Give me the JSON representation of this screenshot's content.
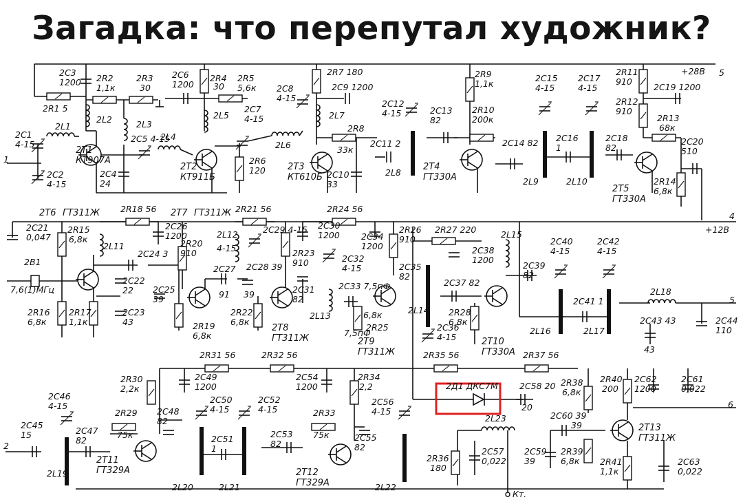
{
  "title": "Загадка: что перепутал художник?",
  "highlight": {
    "label_visible": "2Д1 ДКС7М",
    "color": "#e02020"
  },
  "supply": {
    "plus28": "+28В",
    "plus12": "+12В"
  },
  "ports": {
    "p1": "1",
    "p2": "2",
    "p4": "4",
    "p5a": "5",
    "p5b": "5",
    "p6": "6",
    "kt": "Кт."
  },
  "resistors": [
    {
      "ref": "2R1",
      "val": "5"
    },
    {
      "ref": "2R2",
      "val": "1,1к"
    },
    {
      "ref": "2R3",
      "val": "30"
    },
    {
      "ref": "2R4",
      "val": "30"
    },
    {
      "ref": "2R5",
      "val": "5,6к"
    },
    {
      "ref": "2R6",
      "val": "120"
    },
    {
      "ref": "2R7",
      "val": "180"
    },
    {
      "ref": "2R8",
      "val": "33к"
    },
    {
      "ref": "2R9",
      "val": "1,1к"
    },
    {
      "ref": "2R10",
      "val": "200к"
    },
    {
      "ref": "2R11",
      "val": "910"
    },
    {
      "ref": "2R12",
      "val": "910"
    },
    {
      "ref": "2R13",
      "val": "68к"
    },
    {
      "ref": "2R14",
      "val": "6,8к"
    },
    {
      "ref": "2R15",
      "val": "6,8к"
    },
    {
      "ref": "2R16",
      "val": "6,8к"
    },
    {
      "ref": "2R17",
      "val": "1,1к"
    },
    {
      "ref": "2R18",
      "val": "56"
    },
    {
      "ref": "2R19",
      "val": "6,8к"
    },
    {
      "ref": "2R20",
      "val": "910"
    },
    {
      "ref": "2R21",
      "val": "56"
    },
    {
      "ref": "2R22",
      "val": "6,8к"
    },
    {
      "ref": "2R23",
      "val": "910"
    },
    {
      "ref": "2R24",
      "val": "56"
    },
    {
      "ref": "2R25",
      "val": "6,8к"
    },
    {
      "ref": "2R26",
      "val": "910"
    },
    {
      "ref": "2R27",
      "val": "220"
    },
    {
      "ref": "2R28",
      "val": "6,8к"
    },
    {
      "ref": "2R29",
      "val": "75к"
    },
    {
      "ref": "2R30",
      "val": "2,2к"
    },
    {
      "ref": "2R31",
      "val": "56"
    },
    {
      "ref": "2R32",
      "val": "56"
    },
    {
      "ref": "2R33",
      "val": "75к"
    },
    {
      "ref": "2R34",
      "val": "2,2"
    },
    {
      "ref": "2R35",
      "val": "56"
    },
    {
      "ref": "2R36",
      "val": "180"
    },
    {
      "ref": "2R37",
      "val": "56"
    },
    {
      "ref": "2R38",
      "val": "6,8к"
    },
    {
      "ref": "2R39",
      "val": "6,8к"
    },
    {
      "ref": "2R40",
      "val": "200"
    },
    {
      "ref": "2R41",
      "val": "1,1к"
    }
  ],
  "capacitors": [
    {
      "ref": "2C1",
      "val": "4-15"
    },
    {
      "ref": "2C2",
      "val": "4-15"
    },
    {
      "ref": "2C3",
      "val": "1200"
    },
    {
      "ref": "2C4",
      "val": "24"
    },
    {
      "ref": "2C5",
      "val": "4-15"
    },
    {
      "ref": "2C6",
      "val": "1200"
    },
    {
      "ref": "2C7",
      "val": "4-15"
    },
    {
      "ref": "2C8",
      "val": "4-15"
    },
    {
      "ref": "2C9",
      "val": "1200"
    },
    {
      "ref": "2C10",
      "val": "33"
    },
    {
      "ref": "2C11",
      "val": "2"
    },
    {
      "ref": "2C12",
      "val": "4-15"
    },
    {
      "ref": "2C13",
      "val": "82"
    },
    {
      "ref": "2C14",
      "val": "82"
    },
    {
      "ref": "2C15",
      "val": "4-15"
    },
    {
      "ref": "2C16",
      "val": "1"
    },
    {
      "ref": "2C17",
      "val": "4-15"
    },
    {
      "ref": "2C18",
      "val": "82"
    },
    {
      "ref": "2C19",
      "val": "1200"
    },
    {
      "ref": "2C20",
      "val": "510"
    },
    {
      "ref": "2C21",
      "val": "0,047"
    },
    {
      "ref": "2C22",
      "val": "22"
    },
    {
      "ref": "2C23",
      "val": "43"
    },
    {
      "ref": "2C24",
      "val": "3"
    },
    {
      "ref": "2C25",
      "val": "39"
    },
    {
      "ref": "2C26",
      "val": "1200"
    },
    {
      "ref": "2C27",
      "val": "91"
    },
    {
      "ref": "2C28",
      "val": "39"
    },
    {
      "ref": "2C29",
      "val": "4-15"
    },
    {
      "ref": "2C30",
      "val": "1200"
    },
    {
      "ref": "2C31",
      "val": "82"
    },
    {
      "ref": "2C32",
      "val": "4-15"
    },
    {
      "ref": "2C33",
      "val": "7,5пФ"
    },
    {
      "ref": "2C34",
      "val": "1200"
    },
    {
      "ref": "2C35",
      "val": "82"
    },
    {
      "ref": "2C36",
      "val": "4-15"
    },
    {
      "ref": "2C37",
      "val": "82"
    },
    {
      "ref": "2C38",
      "val": "1200"
    },
    {
      "ref": "2C39",
      "val": "82"
    },
    {
      "ref": "2C40",
      "val": "4-15"
    },
    {
      "ref": "2C41",
      "val": "1"
    },
    {
      "ref": "2C42",
      "val": "4-15"
    },
    {
      "ref": "2C43",
      "val": "43"
    },
    {
      "ref": "2C44",
      "val": "110"
    },
    {
      "ref": "2C45",
      "val": "15"
    },
    {
      "ref": "2C46",
      "val": "4-15"
    },
    {
      "ref": "2C47",
      "val": "82"
    },
    {
      "ref": "2C48",
      "val": "82"
    },
    {
      "ref": "2C49",
      "val": "1200"
    },
    {
      "ref": "2C50",
      "val": "4-15"
    },
    {
      "ref": "2C51",
      "val": "1"
    },
    {
      "ref": "2C52",
      "val": "4-15"
    },
    {
      "ref": "2C53",
      "val": "82"
    },
    {
      "ref": "2C54",
      "val": "1200"
    },
    {
      "ref": "2C55",
      "val": "82"
    },
    {
      "ref": "2C56",
      "val": "4-15"
    },
    {
      "ref": "2C57",
      "val": "0,022"
    },
    {
      "ref": "2C58",
      "val": "20"
    },
    {
      "ref": "2C59",
      "val": "39"
    },
    {
      "ref": "2C60",
      "val": "39"
    },
    {
      "ref": "2C61",
      "val": "0,022"
    },
    {
      "ref": "2C62",
      "val": "1200"
    },
    {
      "ref": "2C63",
      "val": "0,022"
    }
  ],
  "inductors": [
    "2L1",
    "2L2",
    "2L3",
    "2L4",
    "2L5",
    "2L6",
    "2L7",
    "2L8",
    "2L9",
    "2L10",
    "2L11",
    "2L12",
    "2L13",
    "2L14",
    "2L15",
    "2L16",
    "2L17",
    "2L18",
    "2L19",
    "2L20",
    "2L21",
    "2L22",
    "2L23"
  ],
  "transistors": [
    {
      "ref": "2T1",
      "type": "КТ907А"
    },
    {
      "ref": "2T2",
      "type": "КТ911Б"
    },
    {
      "ref": "2T3",
      "type": "КТ610Б"
    },
    {
      "ref": "2T4",
      "type": "ГТ330А"
    },
    {
      "ref": "2T5",
      "type": "ГТ330А"
    },
    {
      "ref": "2T6",
      "type": "ГТ311Ж"
    },
    {
      "ref": "2T7",
      "type": "ГТ311Ж"
    },
    {
      "ref": "2T8",
      "type": "ГТ311Ж"
    },
    {
      "ref": "2T9",
      "type": "ГТ311Ж"
    },
    {
      "ref": "2T10",
      "type": "ГТ330А"
    },
    {
      "ref": "2T11",
      "type": "ГТ329А"
    },
    {
      "ref": "2T12",
      "type": "ГТ329А"
    },
    {
      "ref": "2T13",
      "type": "ГТ311Ж"
    }
  ],
  "crystal": {
    "ref": "2B1",
    "val": "7,6(1)МГц"
  },
  "diode": {
    "ref": "2Д1",
    "type": "ДКС7М"
  }
}
